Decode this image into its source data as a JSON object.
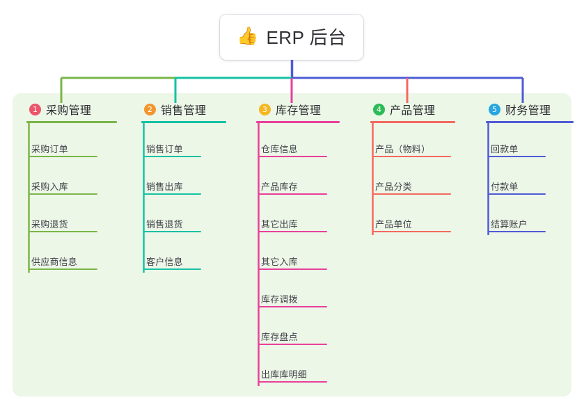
{
  "diagram": {
    "title": "ERP 后台",
    "root": {
      "icon": "thumbs-up-icon",
      "emoji": "👍",
      "label": "ERP 后台"
    },
    "panel_color": "#edf7e8",
    "root_link_color": "#4f5bd5",
    "branches": [
      {
        "number": "1",
        "label": "采购管理",
        "badge_color": "#ec5569",
        "line_color": "#7ab648",
        "children": [
          {
            "label": "采购订单"
          },
          {
            "label": "采购入库"
          },
          {
            "label": "采购退货"
          },
          {
            "label": "供应商信息"
          }
        ]
      },
      {
        "number": "2",
        "label": "销售管理",
        "badge_color": "#f2962e",
        "line_color": "#16c2a3",
        "children": [
          {
            "label": "销售订单"
          },
          {
            "label": "销售出库"
          },
          {
            "label": "销售退货"
          },
          {
            "label": "客户信息"
          }
        ]
      },
      {
        "number": "3",
        "label": "库存管理",
        "badge_color": "#f5b722",
        "line_color": "#e8409a",
        "children": [
          {
            "label": "仓库信息"
          },
          {
            "label": "产品库存"
          },
          {
            "label": "其它出库"
          },
          {
            "label": "其它入库"
          },
          {
            "label": "库存调拨"
          },
          {
            "label": "库存盘点"
          },
          {
            "label": "出库库明细"
          }
        ]
      },
      {
        "number": "4",
        "label": "产品管理",
        "badge_color": "#2cbb56",
        "line_color": "#f4685f",
        "children": [
          {
            "label": "产品（物料）"
          },
          {
            "label": "产品分类"
          },
          {
            "label": "产品单位"
          }
        ]
      },
      {
        "number": "5",
        "label": "财务管理",
        "badge_color": "#27a6e0",
        "line_color": "#4f5bd5",
        "children": [
          {
            "label": "回款单"
          },
          {
            "label": "付款单"
          },
          {
            "label": "结算账户"
          }
        ]
      }
    ]
  }
}
